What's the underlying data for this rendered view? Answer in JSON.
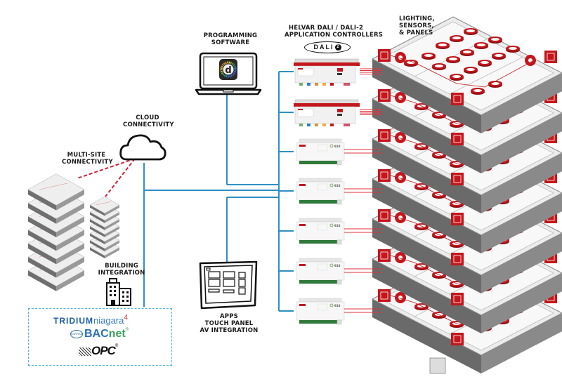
{
  "diagram": {
    "title": "Helvar DALI lighting control system architecture",
    "colors": {
      "network_line": "#2f8fc4",
      "dali_line": "#e0323c",
      "multisite_link": "#d0203a",
      "building_integration_border": "#4fb3dd",
      "floor_slab": "#6e6e6e",
      "floor_top": "#e8e8e8",
      "device_red": "#c4161c"
    },
    "labels": {
      "programming_software": [
        "PROGRAMMING",
        "SOFTWARE"
      ],
      "controllers": [
        "HELVAR DALI / DALI-2",
        "APPLICATION CONTROLLERS"
      ],
      "lighting": [
        "LIGHTING,",
        "SENSORS,",
        "& PANELS"
      ],
      "cloud": [
        "CLOUD",
        "CONNECTIVITY"
      ],
      "multisite": [
        "MULTI-SITE",
        "CONNECTIVITY"
      ],
      "building_integration": [
        "BUILDING",
        "INTEGRATION"
      ],
      "apps": [
        "APPS",
        "TOUCH PANEL",
        "AV INTEGRATION"
      ]
    },
    "dali_logo": {
      "text": "DALI",
      "badge": "2"
    },
    "software_icon": {
      "letter": "d"
    },
    "integration_protocols": {
      "tridium": {
        "brand": "TRIDIUM",
        "product": "niagara",
        "version": "4"
      },
      "bacnet": {
        "badge": "ASHRAE",
        "part1": "BAC",
        "part2": "net",
        "mark": "®"
      },
      "opc": {
        "text": "OPC",
        "mark": "®"
      }
    },
    "controllers": [
      {
        "type": "DALI-2 application controller",
        "model": "large",
        "dali_lines": 4
      },
      {
        "type": "DALI-2 application controller",
        "model": "large",
        "dali_lines": 4
      },
      {
        "type": "DALI router",
        "model": "910",
        "dali_lines": 2
      },
      {
        "type": "DALI router",
        "model": "910",
        "dali_lines": 2
      },
      {
        "type": "DALI router",
        "model": "910",
        "dali_lines": 2
      },
      {
        "type": "DALI router",
        "model": "910",
        "dali_lines": 2
      },
      {
        "type": "DALI router",
        "model": "910",
        "dali_lines": 2
      }
    ],
    "controller_model_label": "910",
    "building": {
      "floors": 7
    },
    "remote_sites": [
      {
        "name": "site-large",
        "floors": 7
      },
      {
        "name": "site-small",
        "floors": 7
      }
    ]
  }
}
